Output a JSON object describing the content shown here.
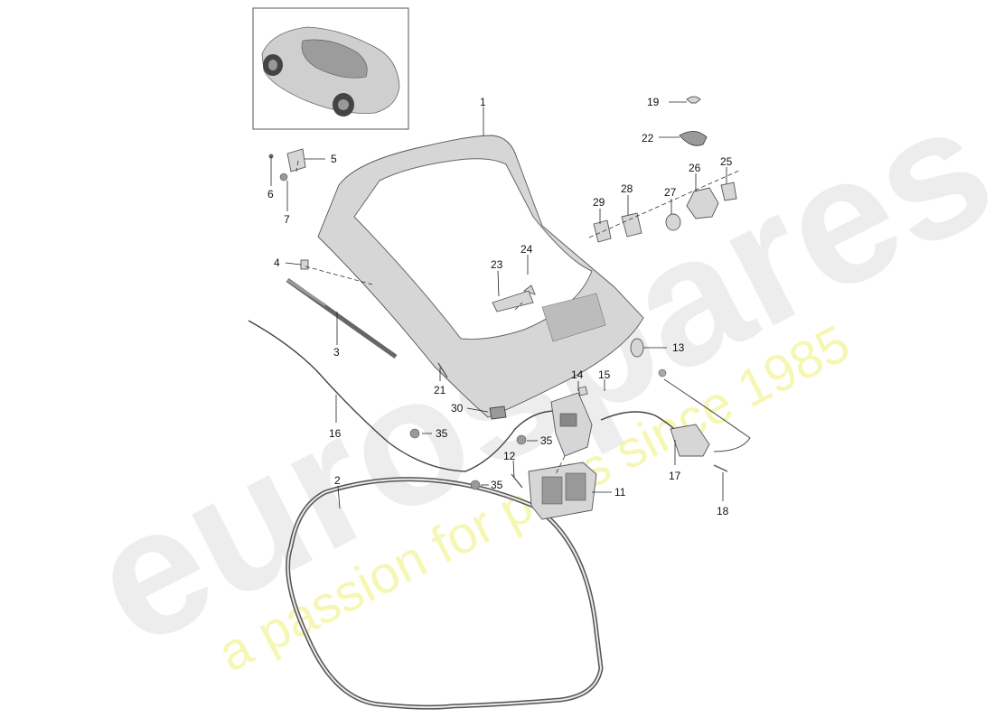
{
  "callouts": {
    "c1": "1",
    "c2": "2",
    "c3": "3",
    "c4": "4",
    "c5": "5",
    "c6": "6",
    "c7": "7",
    "c11": "11",
    "c12": "12",
    "c13": "13",
    "c14": "14",
    "c15": "15",
    "c16": "16",
    "c17": "17",
    "c18": "18",
    "c19": "19",
    "c21": "21",
    "c22": "22",
    "c23": "23",
    "c24": "24",
    "c25": "25",
    "c26": "26",
    "c27": "27",
    "c28": "28",
    "c29": "29",
    "c30": "30",
    "c35a": "35",
    "c35b": "35",
    "c35c": "35"
  },
  "watermark": {
    "brand": "eurospares",
    "tagline": "a passion for parts since 1985"
  },
  "colors": {
    "label": "#111111",
    "part_fill": "#d6d6d6",
    "watermark_grey": "#d9d9d9",
    "watermark_yellow": "#f0f07a"
  }
}
